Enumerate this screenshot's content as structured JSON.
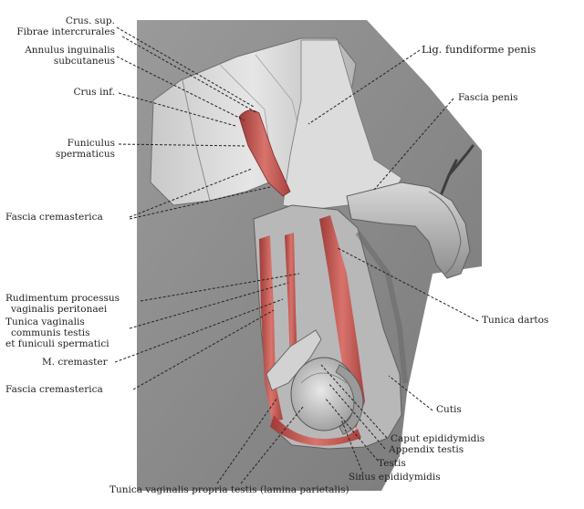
{
  "labels": {
    "crus_sup": "Crus. sup.",
    "fibrae_intercrurales": "Fibrae intercrurales",
    "annulus_1": "Annulus inguinalis",
    "annulus_2": "subcutaneus",
    "crus_inf": "Crus inf.",
    "funiculus_1": "Funiculus",
    "funiculus_2": "spermaticus",
    "fascia_cremasterica_top": "Fascia cremasterica",
    "rudimentum_1": "Rudimentum processus",
    "rudimentum_2": "vaginalis peritonaei",
    "tunica_vag_comm_1": "Tunica vaginalis",
    "tunica_vag_comm_2": "communis testis",
    "tunica_vag_comm_3": "et funiculi spermatici",
    "m_cremaster": "M. cremaster",
    "fascia_cremasterica_bottom": "Fascia cremasterica",
    "lig_fundiforme": "Lig. fundiforme penis",
    "fascia_penis": "Fascia penis",
    "tunica_dartos": "Tunica dartos",
    "cutis": "Cutis",
    "caput_epididymidis": "Caput epididymidis",
    "appendix_testis": "Appendix testis",
    "testis": "Testis",
    "sinus_epididymidis": "Sinus epididymidis",
    "tunica_vag_propria": "Tunica vaginalis propria testis (lamina parietalis)"
  },
  "colors": {
    "background_panel": "#8a8a8a",
    "tissue_light": "#d9d9d9",
    "tissue_mid": "#a9a9a9",
    "tissue_dark": "#5f5f5f",
    "muscle_red": "#b84a48",
    "muscle_red_light": "#d9827a",
    "leader_line": "#222222"
  }
}
